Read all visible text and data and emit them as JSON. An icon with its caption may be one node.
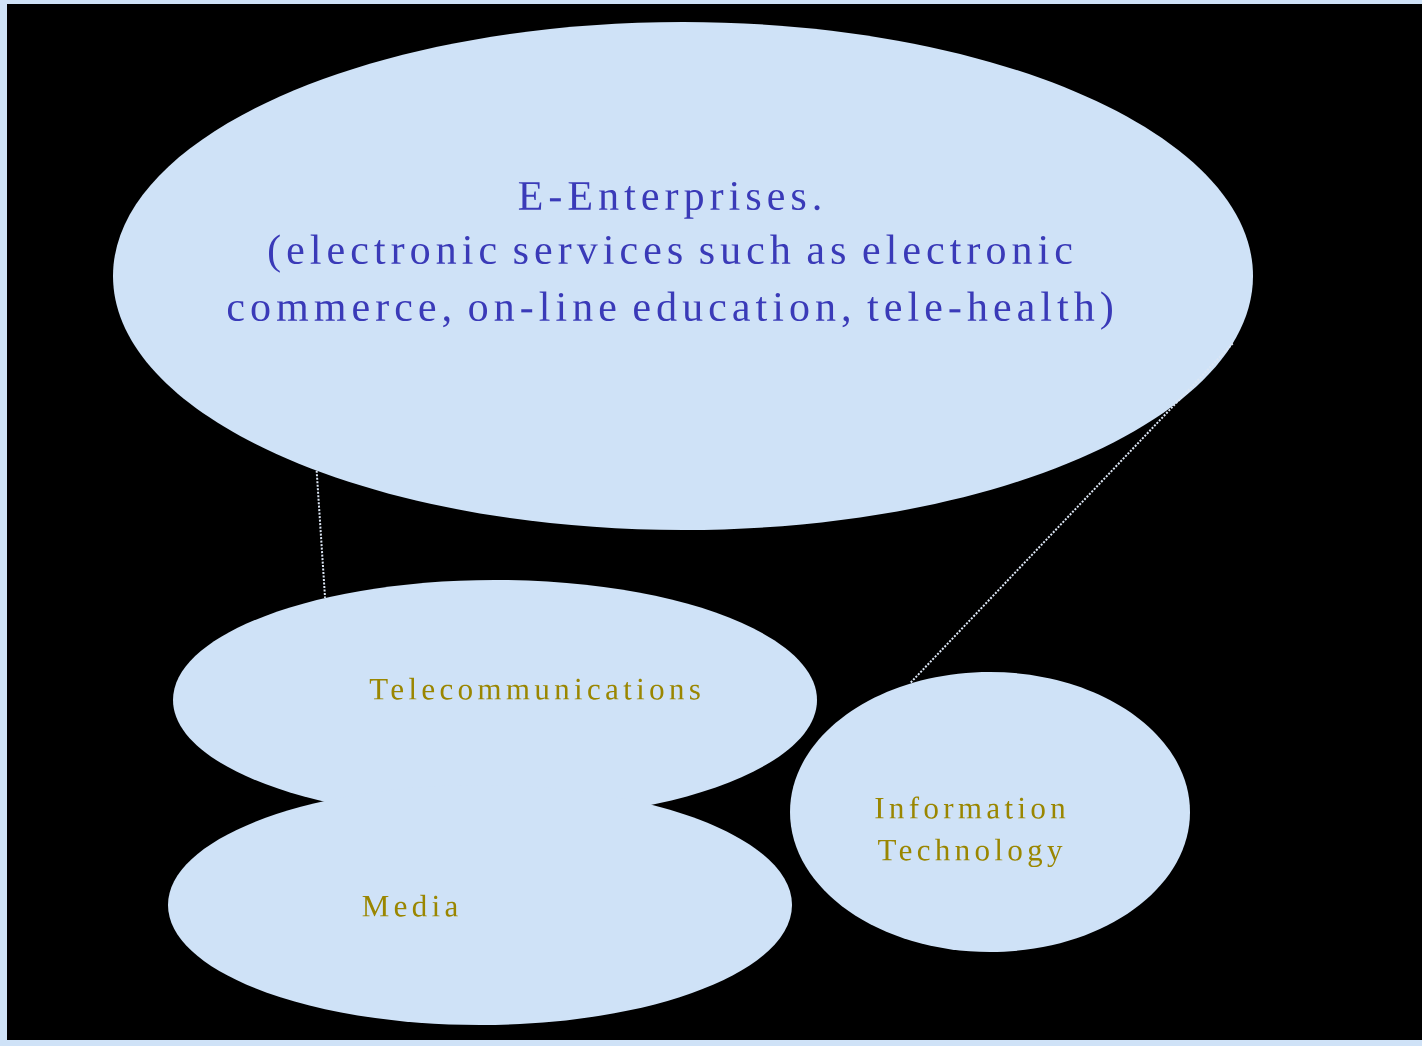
{
  "diagram": {
    "nodes": [
      {
        "text": [
          "E-Enterprises.",
          "(electronic services such as electronic commerce, on-line education, tele-health)"
        ]
      },
      {
        "text": [
          "Telecommunications"
        ]
      },
      {
        "text": [
          "Media"
        ]
      },
      {
        "text": [
          "Information Technology"
        ]
      }
    ],
    "edges": [
      {
        "from": 0,
        "to": 1,
        "arrow": "none",
        "style": "dashed"
      },
      {
        "from": 0,
        "to": 3,
        "arrow": "none",
        "style": "dashed"
      }
    ]
  }
}
